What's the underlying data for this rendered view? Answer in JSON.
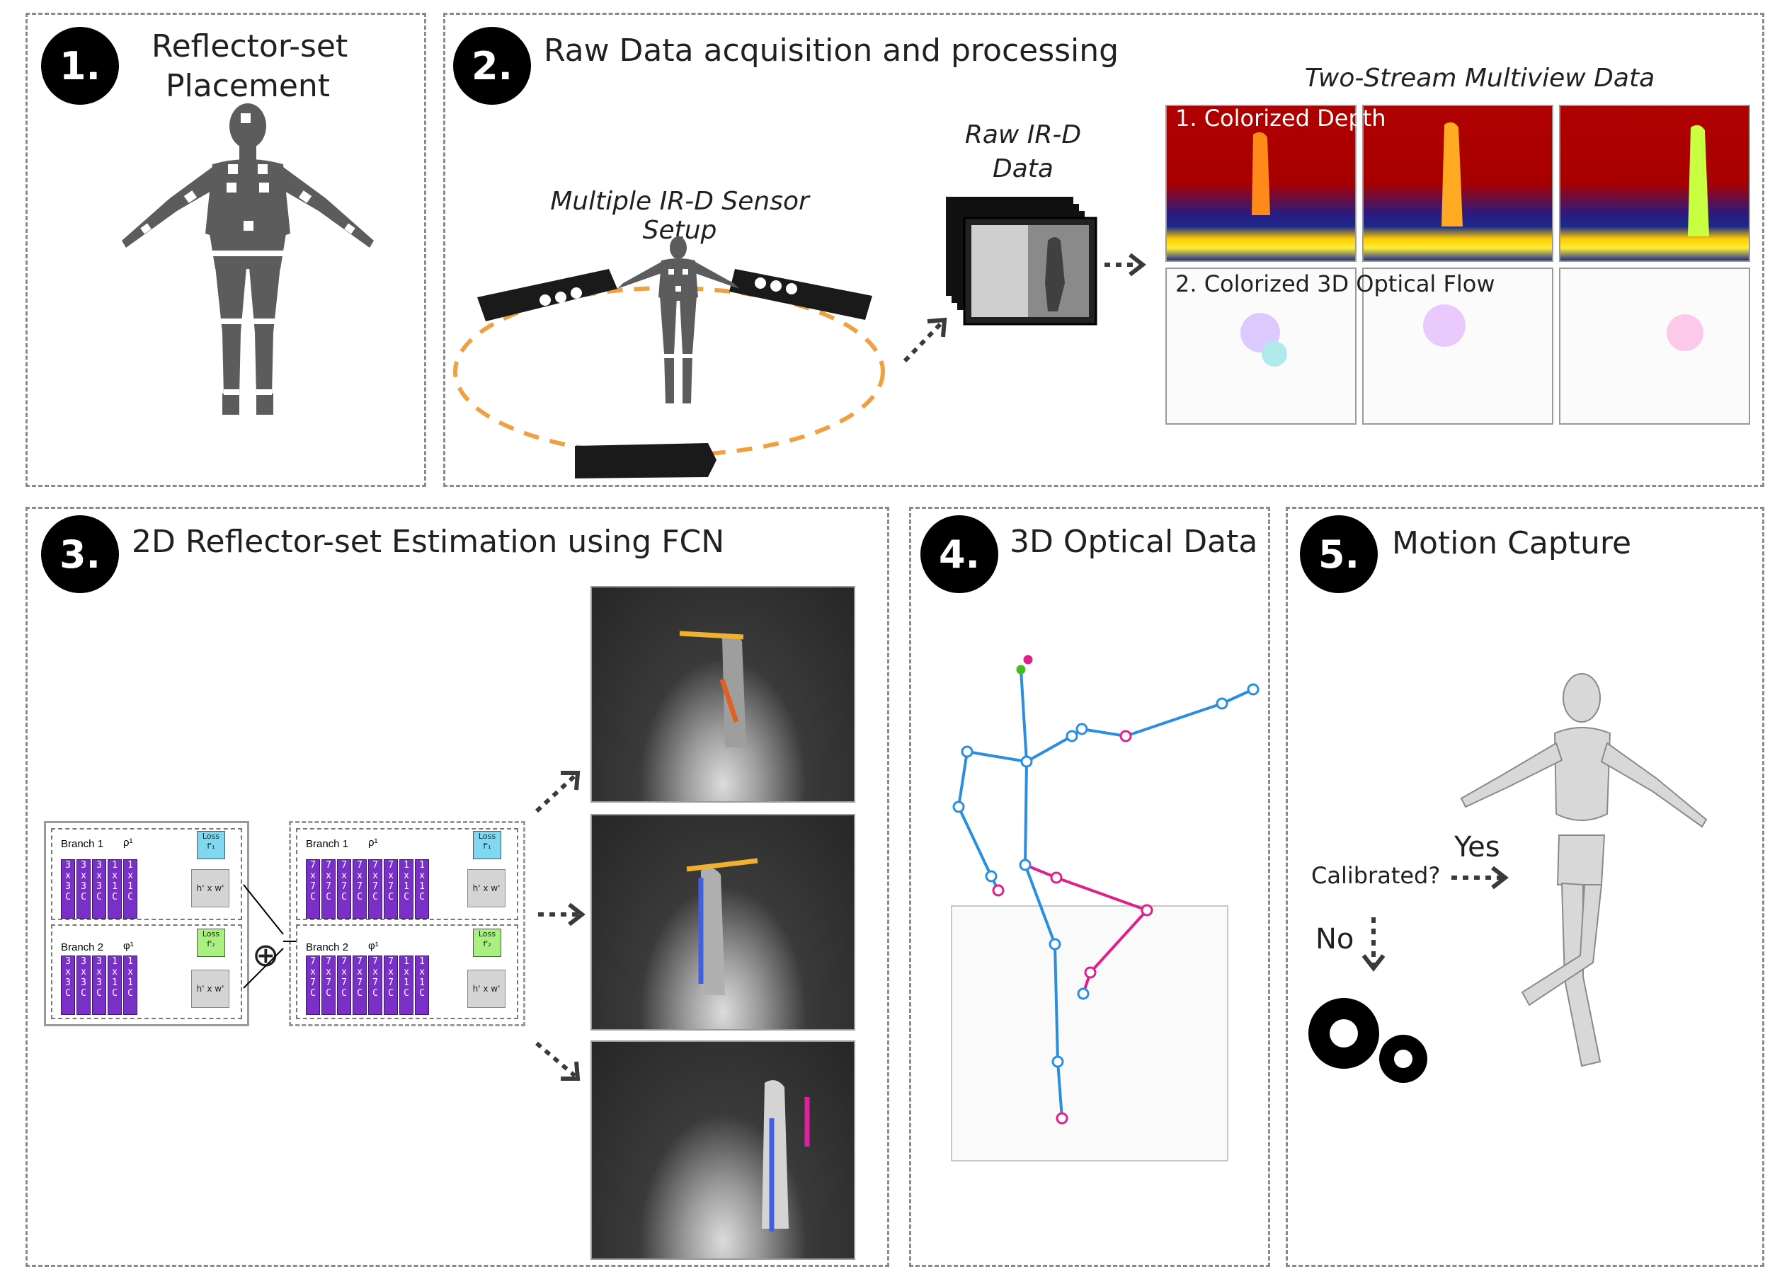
{
  "panels": {
    "p1": {
      "number": "1.",
      "title_line1": "Reflector-set",
      "title_line2": "Placement"
    },
    "p2": {
      "number": "2.",
      "title": "Raw Data acquisition and processing",
      "sensor_setup": "Multiple IR-D Sensor Setup",
      "raw_line1": "Raw IR-D",
      "raw_line2": "Data",
      "two_stream": "Two-Stream Multiview Data",
      "colorized_depth": "1. Colorized Depth",
      "optical_flow": "2. Colorized 3D Optical Flow"
    },
    "p3": {
      "number": "3.",
      "title": "2D Reflector-set Estimation using FCN",
      "branch1": "Branch 1",
      "branch2": "Branch 2",
      "rho": "ρ¹",
      "phi": "φ¹",
      "loss1": "Loss",
      "loss2": "Loss",
      "f1": "f'₁",
      "f2": "f'₂",
      "hw": "h' x w'",
      "block_labels_a": [
        "3 x 3 C",
        "3 x 3 C",
        "3 x 3 C",
        "1 x 1 C",
        "1 x 1 C"
      ],
      "block_labels_b": [
        "7 x 7 C",
        "7 x 7 C",
        "7 x 7 C",
        "7 x 7 C",
        "7 x 7 C",
        "7 x 7 C",
        "1 x 1 C",
        "1 x 1 C"
      ],
      "oplus": "⊕"
    },
    "p4": {
      "number": "4.",
      "title": "3D Optical Data"
    },
    "p5": {
      "number": "5.",
      "title": "Motion Capture",
      "question": "Calibrated?",
      "yes": "Yes",
      "no": "No"
    }
  },
  "icons": [
    "arrow-right-icon",
    "arrow-down-icon",
    "gear-icon",
    "oplus-icon"
  ],
  "colors": {
    "panel_border": "#8a8a8a",
    "badge": "#000000",
    "sensor_ring": "#f0a040",
    "block": "#7b2fc9",
    "loss1": "#7fd8f0",
    "loss2": "#a8f07f",
    "skeleton_blue": "#2a8ee0",
    "skeleton_pink": "#e0208a"
  }
}
